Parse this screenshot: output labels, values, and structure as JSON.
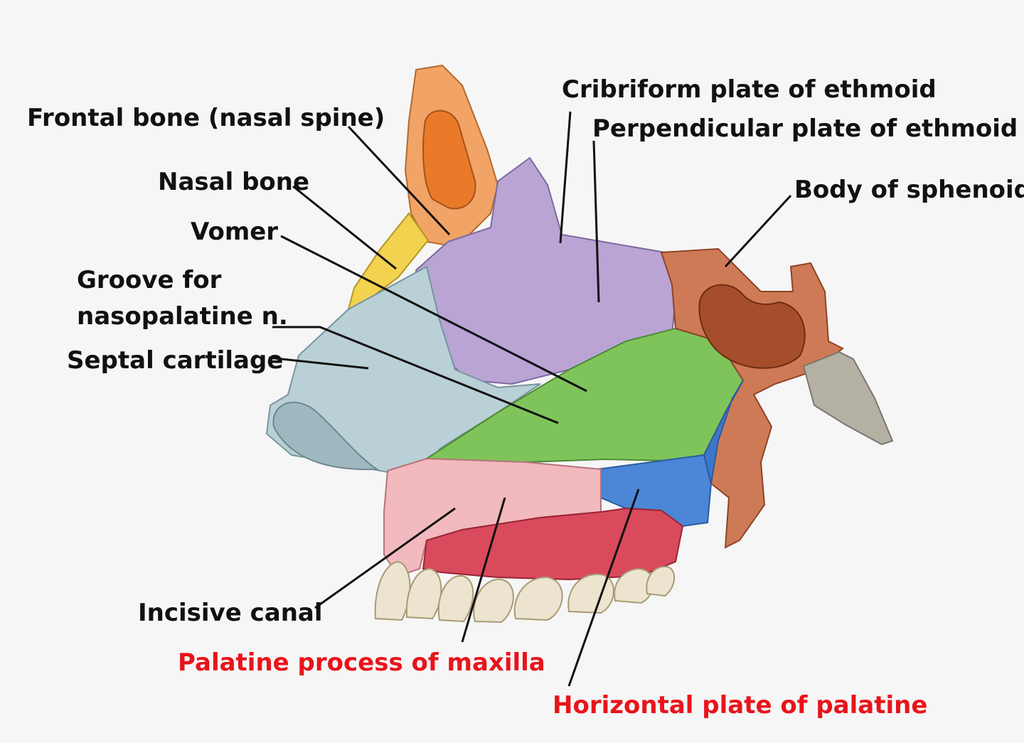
{
  "diagram": {
    "labels": {
      "frontal": "Frontal bone (nasal spine)",
      "nasal": "Nasal bone",
      "vomer": "Vomer",
      "groove_line1": "Groove for",
      "groove_line2": "nasopalatine n.",
      "septal": "Septal cartilage",
      "incisive": "Incisive canal",
      "palatine_process": "Palatine process of maxilla",
      "horizontal_plate": "Horizontal plate of palatine",
      "cribriform": "Cribriform plate of ethmoid",
      "perpendicular": "Perpendicular plate of ethmoid",
      "sphenoid": "Body of sphenoid"
    },
    "highlight_color": "#e8141b",
    "text_color": "#111111",
    "structure_colors": {
      "frontal_bone": "#f2a366",
      "nasal_bone": "#f2d24f",
      "perpendicular_plate": "#b9a4d4",
      "septal_cartilage": "#b9d0d6",
      "vomer": "#7fc45a",
      "sphenoid": "#cf7a56",
      "palatine_process": "#f2b9bf",
      "horizontal_plate": "#4c86d6",
      "palate_mucosa": "#d94a5c",
      "teeth": "#ece4cf"
    }
  }
}
